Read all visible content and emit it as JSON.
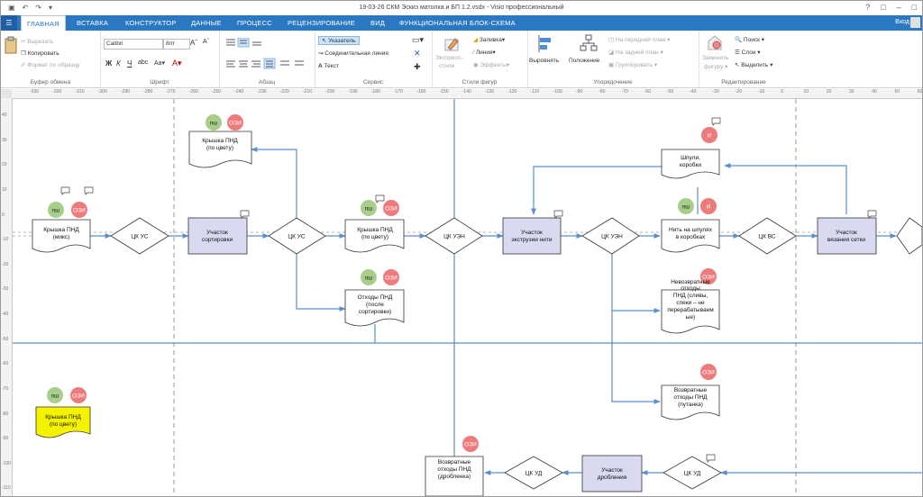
{
  "window": {
    "title": "19-03-26 СКМ Эскиз матолка и БП 1.2.vsdx - Visio профессиональный",
    "help": "?",
    "user": "Вход"
  },
  "tabs": [
    {
      "label": "ГЛАВНАЯ",
      "active": true
    },
    {
      "label": "ВСТАВКА"
    },
    {
      "label": "КОНСТРУКТОР"
    },
    {
      "label": "ДАННЫЕ"
    },
    {
      "label": "ПРОЦЕСС"
    },
    {
      "label": "РЕЦЕНЗИРОВАНИЕ"
    },
    {
      "label": "ВИД"
    },
    {
      "label": "ФУНКЦИОНАЛЬНАЯ БЛОК-СХЕМА"
    }
  ],
  "ribbon": {
    "clipboard": {
      "cut": "Вырезать",
      "copy": "Копировать",
      "format": "Формат по образцу",
      "label": "Буфер обмена"
    },
    "font": {
      "name": "Calibri",
      "size": "8пт",
      "label": "Шрифт"
    },
    "paragraph": {
      "label": "Абзац"
    },
    "tools": {
      "pointer": "Указатель",
      "connector": "Соединительная линия",
      "text": "Текст",
      "label": "Сервис"
    },
    "styles": {
      "express": "Экспресс-",
      "express2": "стили",
      "fill": "Заливка",
      "line": "Линия",
      "effects": "Эффекты",
      "label": "Стили фигур"
    },
    "arrange": {
      "align": "Выровнять",
      "position": "Положение",
      "front": "На передний план",
      "back": "На задний план",
      "group": "Группировать",
      "label": "Упорядочение"
    },
    "edit": {
      "change1": "Заменить",
      "change2": "фигуру",
      "find": "Поиск",
      "layers": "Слои",
      "select": "Выделить",
      "label": "Редактирование"
    }
  },
  "ruler": {
    "h": [
      "-330",
      "-320",
      "-310",
      "-300",
      "-290",
      "-280",
      "-270",
      "-260",
      "-250",
      "-240",
      "-230",
      "-220",
      "-210",
      "-200",
      "-190",
      "-180",
      "-170",
      "-160",
      "-150",
      "-140",
      "-130",
      "-120",
      "-110",
      "-100",
      "-90",
      "-80",
      "-70",
      "-60",
      "-50",
      "-40",
      "-30",
      "-20",
      "-10",
      "0",
      "10",
      "20",
      "30",
      "40",
      "50",
      "60"
    ],
    "v": [
      "40",
      "30",
      "20",
      "10",
      "0",
      "-10",
      "-20",
      "-30",
      "-40",
      "-50",
      "-60",
      "-70",
      "-80",
      "-90",
      "-100",
      "-110"
    ]
  },
  "diagram": {
    "badges": {
      "psh": "пш",
      "ozi": "ОЗИ",
      "i": "И"
    },
    "doc_lid_top": [
      "Крышка ПНД",
      "(по цвету)"
    ],
    "doc_lid_mix": [
      "Крышка ПНД",
      "(микс)"
    ],
    "doc_lid_color": [
      "Крышка ПНД",
      "(по цвету)"
    ],
    "doc_waste": [
      "Отходы ПНД",
      "(после",
      "сортировки)"
    ],
    "doc_spools": [
      "Шпули,",
      "коробки"
    ],
    "doc_thread": [
      "Нить на шпулях",
      "в коробках"
    ],
    "doc_nonret": [
      "Невозвратные",
      "отходы",
      "ПНД (сливы,",
      "спеки – не",
      "перерабатываем",
      "ые)"
    ],
    "doc_ret_tangle": [
      "Возвратные",
      "отходы ПНД",
      "(путанка)"
    ],
    "doc_lid_yellow": [
      "Крышка ПНД",
      "(по цвету)"
    ],
    "doc_ret_crush": [
      "Возвратные",
      "отходы ПНД",
      "(дробленка)"
    ],
    "dec_cku1": "ЦК УС",
    "dec_cku2": "ЦК УС",
    "dec_cku3": "ЦК УЭН",
    "dec_cku4": "ЦК УЭН",
    "dec_ckvs": "ЦК ВС",
    "dec_ckud1": "ЦК УД",
    "dec_ckud2": "ЦК УД",
    "proc_sort": [
      "Участок",
      "сортировки"
    ],
    "proc_extr": [
      "Участок",
      "экструзии нити"
    ],
    "proc_knit": [
      "Участок",
      "вязания сетки"
    ],
    "proc_crush": [
      "Участок",
      "дробления"
    ]
  }
}
